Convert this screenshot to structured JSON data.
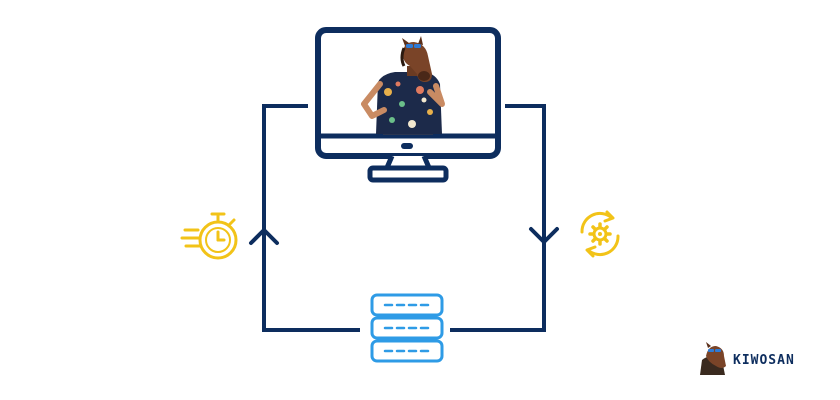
{
  "diagram": {
    "nodes": [
      {
        "id": "monitor",
        "icon": "monitor-icon",
        "content": "person-in-horse-mask-photo"
      },
      {
        "id": "server",
        "icon": "server-stack-icon"
      },
      {
        "id": "stopwatch",
        "icon": "fast-stopwatch-icon"
      },
      {
        "id": "sync",
        "icon": "gear-sync-icon"
      }
    ],
    "edges": [
      {
        "from": "monitor",
        "to": "server",
        "side": "right",
        "arrow": "down"
      },
      {
        "from": "server",
        "to": "monitor",
        "side": "left",
        "arrow": "up"
      }
    ]
  },
  "brand": {
    "name": "KIWOSAN",
    "mascot_icon": "horse-mascot-icon"
  },
  "colors": {
    "navy": "#0d2d5e",
    "blue": "#2e9be6",
    "yellow": "#f2c318",
    "white": "#ffffff"
  }
}
